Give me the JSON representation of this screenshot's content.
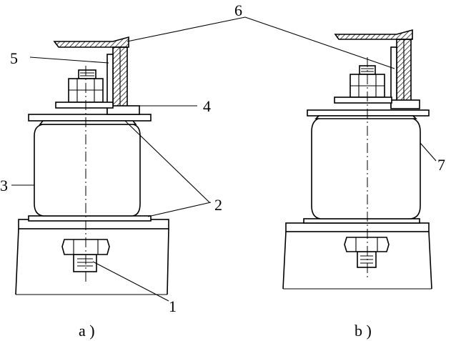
{
  "labels": {
    "n1": "1",
    "n2": "2",
    "n3": "3",
    "n4": "4",
    "n5": "5",
    "n6": "6",
    "n7": "7"
  },
  "captions": {
    "a": "a )",
    "b": "b )"
  }
}
